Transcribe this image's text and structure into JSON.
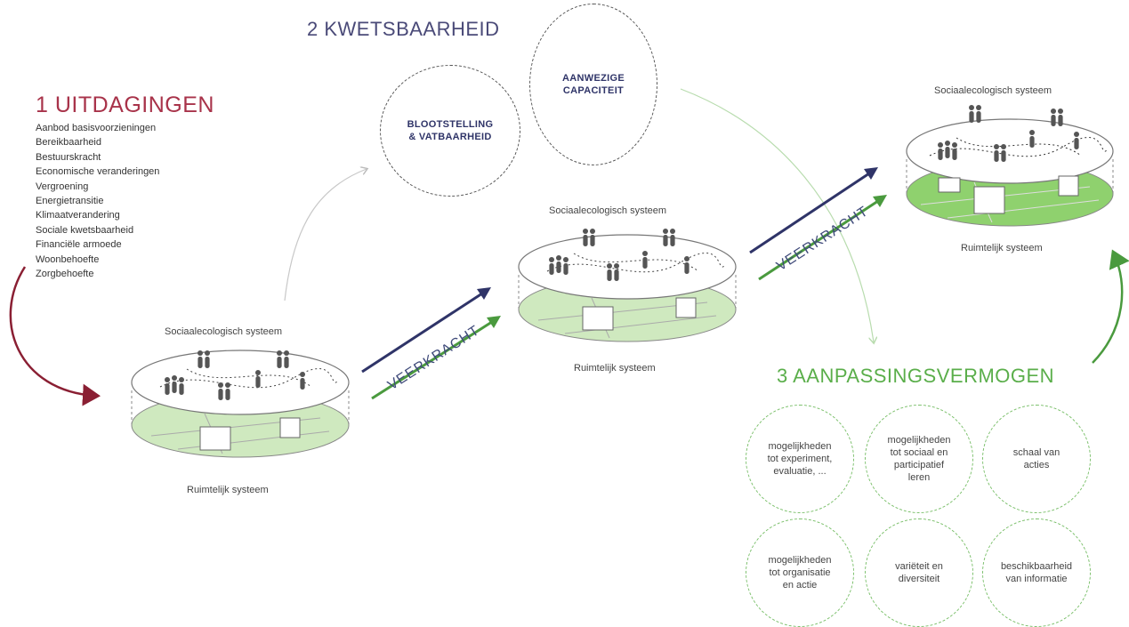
{
  "section1": {
    "title": "1 UITDAGINGEN",
    "items": [
      "Aanbod basisvoorzieningen",
      "Bereikbaarheid",
      "Bestuurskracht",
      "Economische veranderingen",
      "Vergroening",
      "Energietransitie",
      "Klimaatverandering",
      "Sociale kwetsbaarheid",
      "Financiële armoede",
      "Woonbehoefte",
      "Zorgbehoefte"
    ]
  },
  "section2": {
    "title": "2 KWETSBAARHEID",
    "circle1_line1": "BLOOTSTELLING",
    "circle1_line2": "& VATBAARHEID",
    "circle2_line1": "AANWEZIGE",
    "circle2_line2": "CAPACITEIT"
  },
  "section3": {
    "title": "3 AANPASSINGSVERMOGEN",
    "circles": [
      [
        "mogelijkheden",
        "tot experiment,",
        "evaluatie, ..."
      ],
      [
        "mogelijkheden",
        "tot sociaal en",
        "participatief",
        "leren"
      ],
      [
        "schaal van",
        "acties"
      ],
      [
        "mogelijkheden",
        "tot organisatie",
        "en actie"
      ],
      [
        "variëteit en",
        "diversiteit"
      ],
      [
        "beschikbaarheid",
        "van informatie"
      ]
    ]
  },
  "systems": {
    "social_label": "Sociaalecologisch systeem",
    "spatial_label": "Ruimtelijk systeem"
  },
  "arrows": {
    "label": "VEERKRACHT"
  },
  "colors": {
    "red": "#a8334a",
    "navy": "#2f3468",
    "green": "#5aae4a",
    "lightgreen": "#8fd16e"
  }
}
